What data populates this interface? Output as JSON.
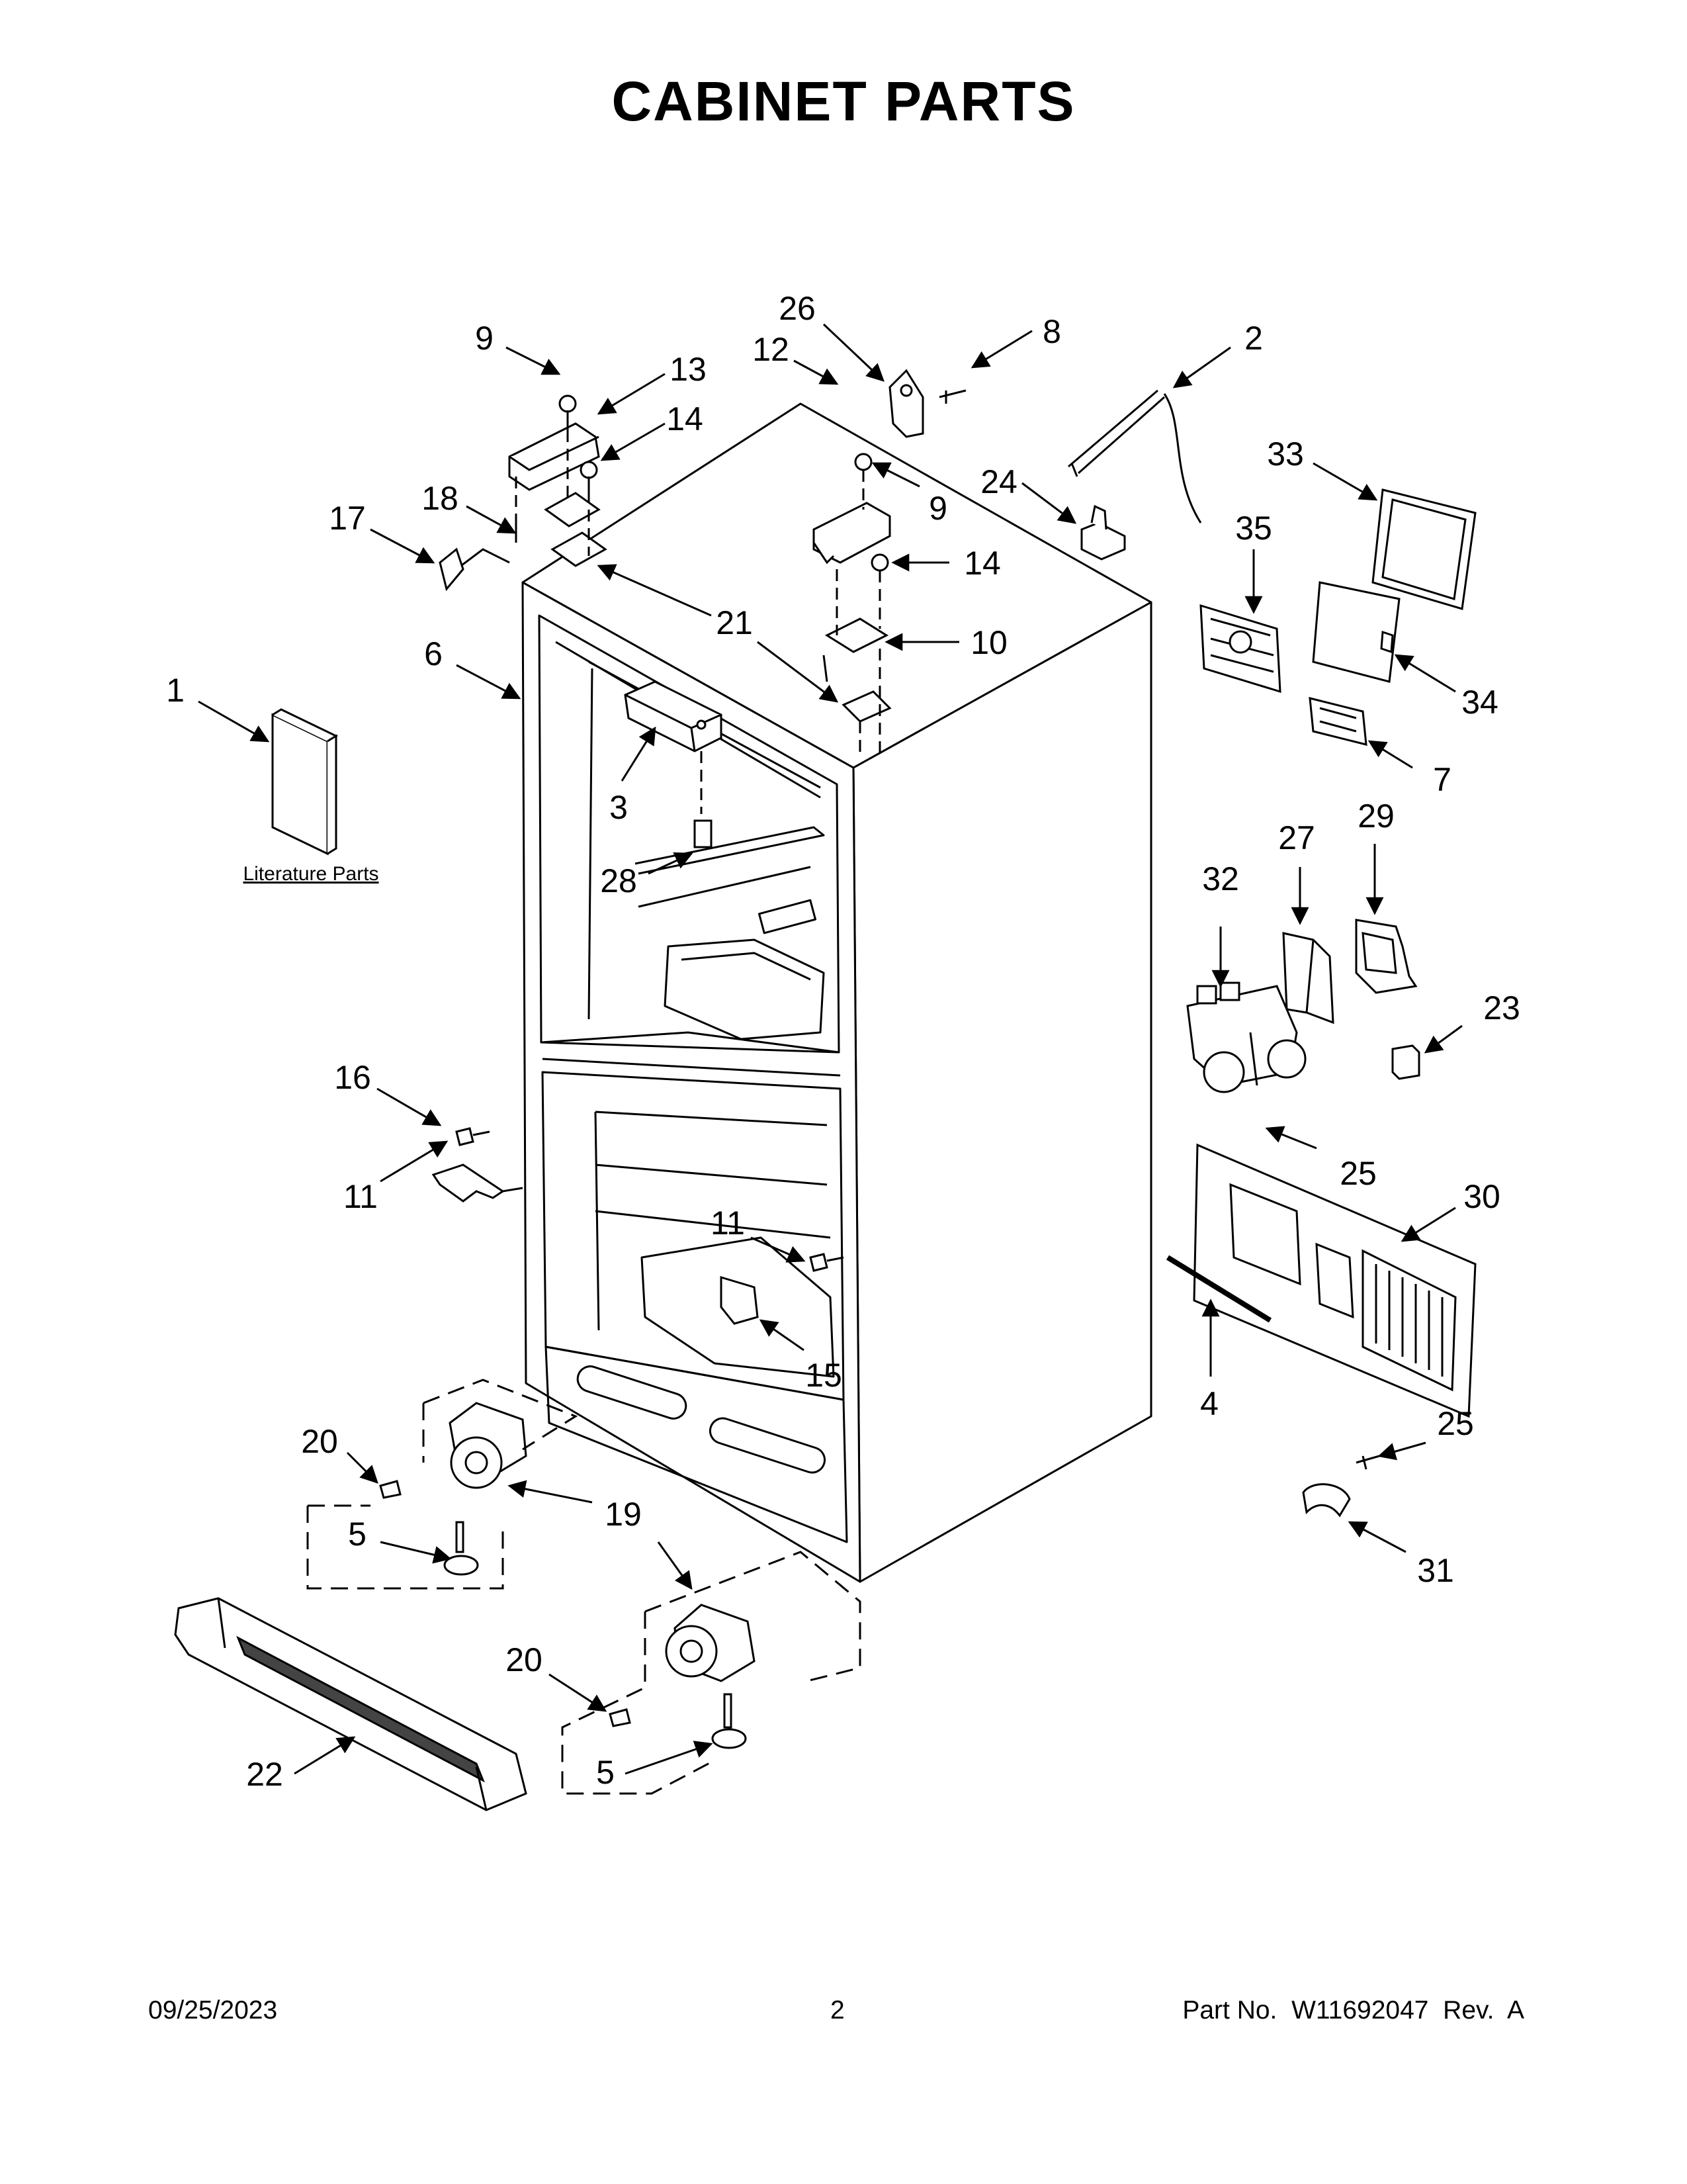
{
  "page": {
    "title": "CABINET PARTS",
    "footer_date": "09/25/2023",
    "footer_page": "2",
    "footer_part": "Part No.  W11692047  Rev.  A"
  },
  "literature": {
    "label": "Literature Parts"
  },
  "callouts": [
    {
      "id": "c9a",
      "text": "9"
    },
    {
      "id": "c13",
      "text": "13"
    },
    {
      "id": "c14a",
      "text": "14"
    },
    {
      "id": "c18",
      "text": "18"
    },
    {
      "id": "c17",
      "text": "17"
    },
    {
      "id": "c21",
      "text": "21"
    },
    {
      "id": "c6",
      "text": "6"
    },
    {
      "id": "c1",
      "text": "1"
    },
    {
      "id": "c26",
      "text": "26"
    },
    {
      "id": "c8",
      "text": "8"
    },
    {
      "id": "c2",
      "text": "2"
    },
    {
      "id": "c12",
      "text": "12"
    },
    {
      "id": "c9b",
      "text": "9"
    },
    {
      "id": "c24",
      "text": "24"
    },
    {
      "id": "c14b",
      "text": "14"
    },
    {
      "id": "c10",
      "text": "10"
    },
    {
      "id": "c33",
      "text": "33"
    },
    {
      "id": "c35",
      "text": "35"
    },
    {
      "id": "c34",
      "text": "34"
    },
    {
      "id": "c7",
      "text": "7"
    },
    {
      "id": "c3",
      "text": "3"
    },
    {
      "id": "c28",
      "text": "28"
    },
    {
      "id": "c27",
      "text": "27"
    },
    {
      "id": "c29",
      "text": "29"
    },
    {
      "id": "c32",
      "text": "32"
    },
    {
      "id": "c23",
      "text": "23"
    },
    {
      "id": "c16",
      "text": "16"
    },
    {
      "id": "c11a",
      "text": "11"
    },
    {
      "id": "c25a",
      "text": "25"
    },
    {
      "id": "c30",
      "text": "30"
    },
    {
      "id": "c11b",
      "text": "11"
    },
    {
      "id": "c15",
      "text": "15"
    },
    {
      "id": "c4",
      "text": "4"
    },
    {
      "id": "c20a",
      "text": "20"
    },
    {
      "id": "c19",
      "text": "19"
    },
    {
      "id": "c5a",
      "text": "5"
    },
    {
      "id": "c25b",
      "text": "25"
    },
    {
      "id": "c31",
      "text": "31"
    },
    {
      "id": "c20b",
      "text": "20"
    },
    {
      "id": "c22",
      "text": "22"
    },
    {
      "id": "c5b",
      "text": "5"
    }
  ]
}
